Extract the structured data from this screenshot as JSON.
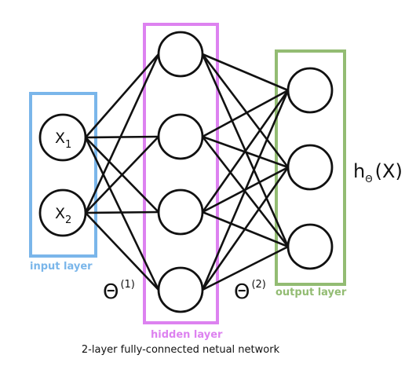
{
  "layers": {
    "input": {
      "label": "input layer",
      "color": "#7ab6ea",
      "nodes": [
        {
          "name": "X",
          "sub": "1"
        },
        {
          "name": "X",
          "sub": "2"
        }
      ]
    },
    "hidden": {
      "label": "hidden layer",
      "color": "#dd82f0",
      "node_count": 4
    },
    "output": {
      "label": "output layer",
      "color": "#93bc73",
      "node_count": 3
    }
  },
  "weights": [
    {
      "symbol": "Θ",
      "sup": "(1)"
    },
    {
      "symbol": "Θ",
      "sup": "(2)"
    }
  ],
  "hypothesis": {
    "main": "h",
    "sub": "Θ",
    "arg": "(X)"
  },
  "caption": "2-layer fully-connected netual network"
}
